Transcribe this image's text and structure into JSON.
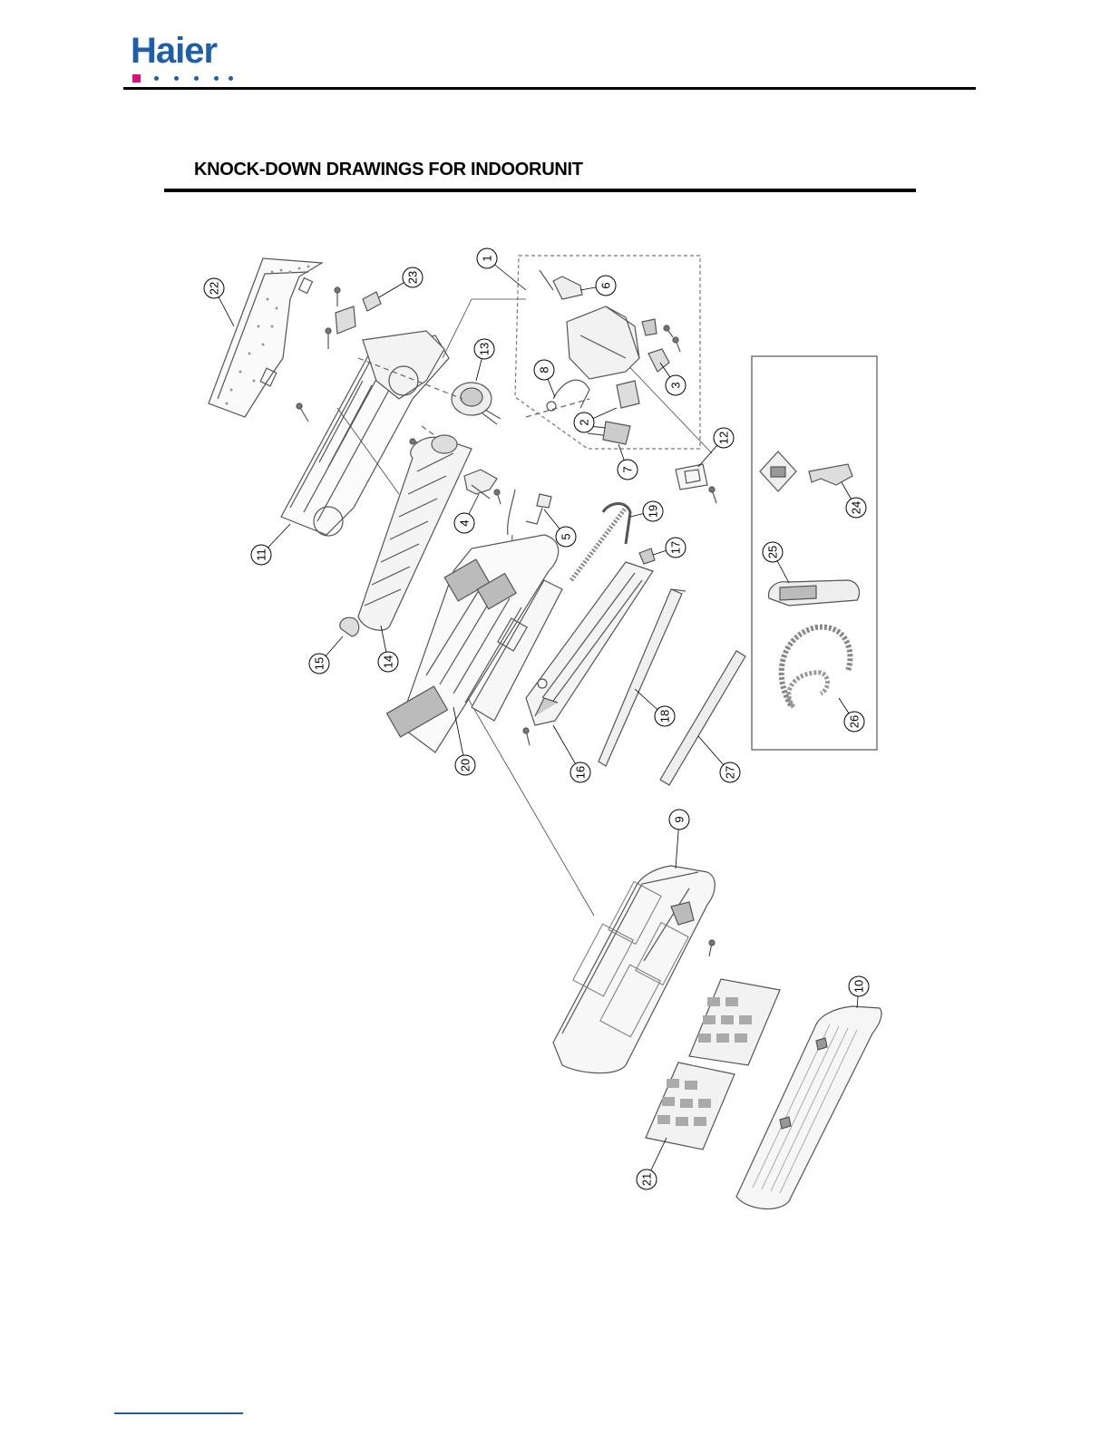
{
  "brand": {
    "name": "Haier",
    "color": "#1f5fa8",
    "accent": "#d8127a"
  },
  "heading": "KNOCK-DOWN DRAWINGS FOR INDOORUNIT",
  "callouts": [
    {
      "id": "c1",
      "label": "1"
    },
    {
      "id": "c2",
      "label": "2"
    },
    {
      "id": "c3",
      "label": "3"
    },
    {
      "id": "c4",
      "label": "4"
    },
    {
      "id": "c5",
      "label": "5"
    },
    {
      "id": "c6",
      "label": "6"
    },
    {
      "id": "c7",
      "label": "7"
    },
    {
      "id": "c8",
      "label": "8"
    },
    {
      "id": "c9",
      "label": "9"
    },
    {
      "id": "c10",
      "label": "10"
    },
    {
      "id": "c11",
      "label": "11"
    },
    {
      "id": "c12",
      "label": "12"
    },
    {
      "id": "c13",
      "label": "13"
    },
    {
      "id": "c14",
      "label": "14"
    },
    {
      "id": "c15",
      "label": "15"
    },
    {
      "id": "c16",
      "label": "16"
    },
    {
      "id": "c17",
      "label": "17"
    },
    {
      "id": "c18",
      "label": "18"
    },
    {
      "id": "c19",
      "label": "19"
    },
    {
      "id": "c20",
      "label": "20"
    },
    {
      "id": "c21",
      "label": "21"
    },
    {
      "id": "c22",
      "label": "22"
    },
    {
      "id": "c23",
      "label": "23"
    },
    {
      "id": "c24",
      "label": "24"
    },
    {
      "id": "c25",
      "label": "25"
    },
    {
      "id": "c26",
      "label": "26"
    },
    {
      "id": "c27",
      "label": "27"
    }
  ]
}
